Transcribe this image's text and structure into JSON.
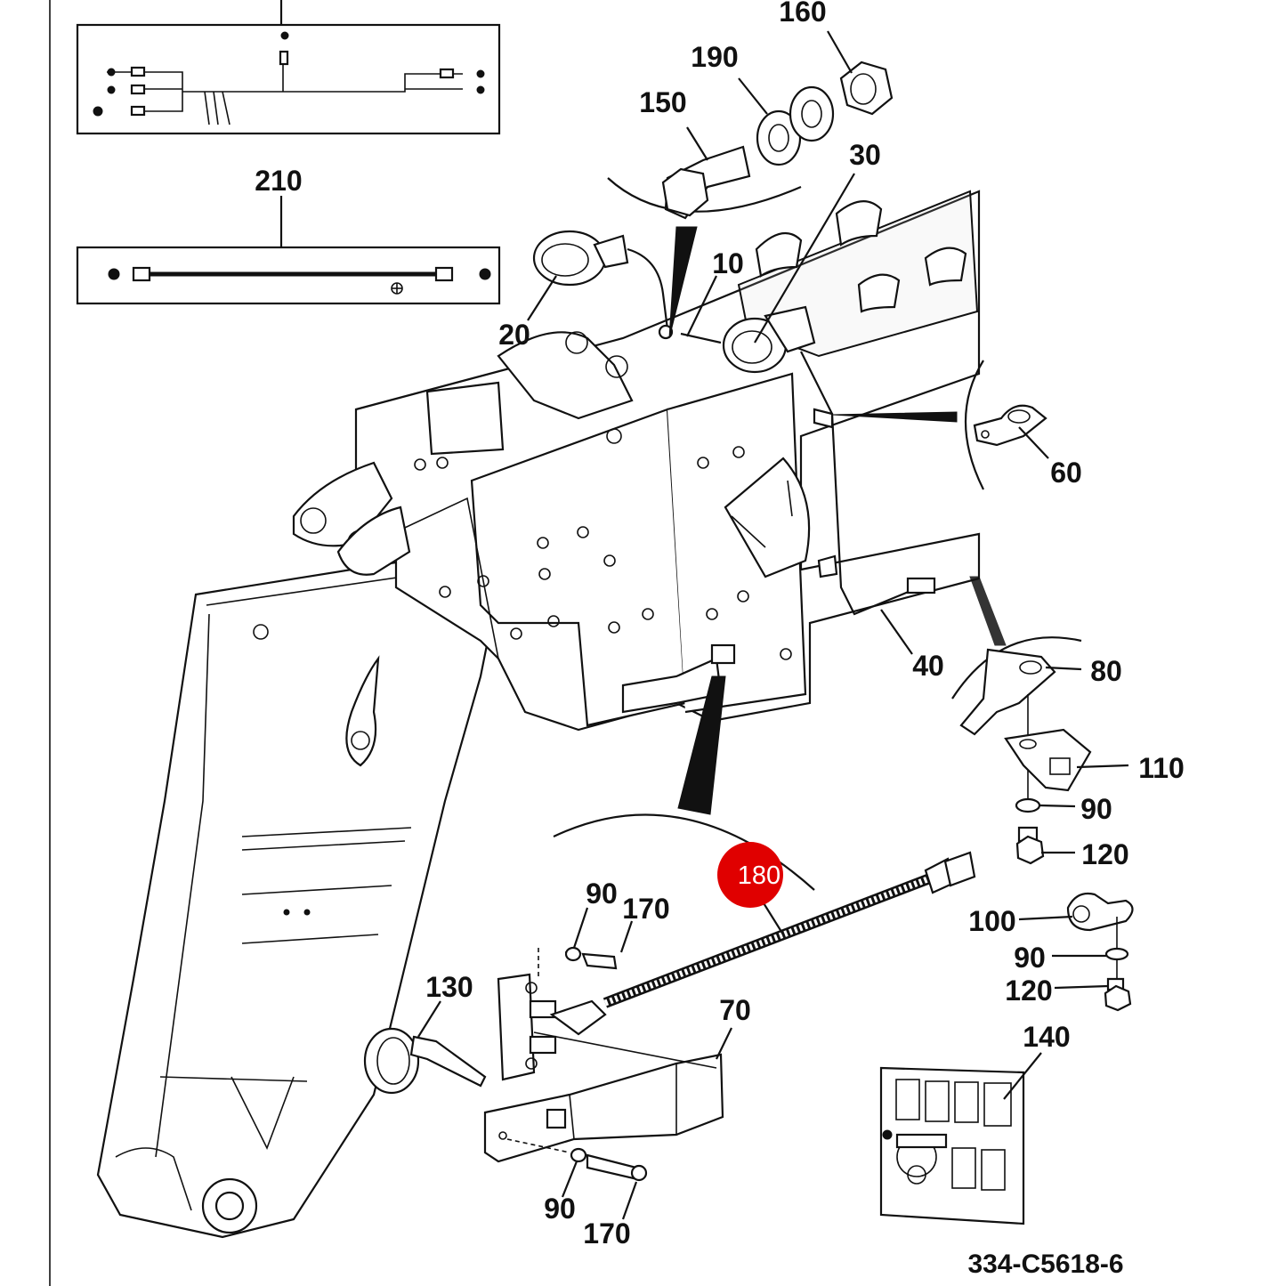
{
  "drawing_number": "334-C5618-6",
  "callouts": [
    {
      "id": "c160",
      "label": "160"
    },
    {
      "id": "c190",
      "label": "190"
    },
    {
      "id": "c150",
      "label": "150"
    },
    {
      "id": "c30",
      "label": "30"
    },
    {
      "id": "c10",
      "label": "10"
    },
    {
      "id": "c20",
      "label": "20"
    },
    {
      "id": "c210",
      "label": "210"
    },
    {
      "id": "c60",
      "label": "60"
    },
    {
      "id": "c40",
      "label": "40"
    },
    {
      "id": "c80",
      "label": "80"
    },
    {
      "id": "c110",
      "label": "110"
    },
    {
      "id": "c90a",
      "label": "90"
    },
    {
      "id": "c120a",
      "label": "120"
    },
    {
      "id": "c100",
      "label": "100"
    },
    {
      "id": "c90b",
      "label": "90"
    },
    {
      "id": "c120b",
      "label": "120"
    },
    {
      "id": "c180",
      "label": "180",
      "highlight_color": "#e00000"
    },
    {
      "id": "c90c",
      "label": "90"
    },
    {
      "id": "c170a",
      "label": "170"
    },
    {
      "id": "c130",
      "label": "130"
    },
    {
      "id": "c70",
      "label": "70"
    },
    {
      "id": "c140",
      "label": "140"
    },
    {
      "id": "c90d",
      "label": "90"
    },
    {
      "id": "c170b",
      "label": "170"
    }
  ],
  "colors": {
    "line": "#111111",
    "highlight": "#e00000",
    "background": "#ffffff"
  }
}
